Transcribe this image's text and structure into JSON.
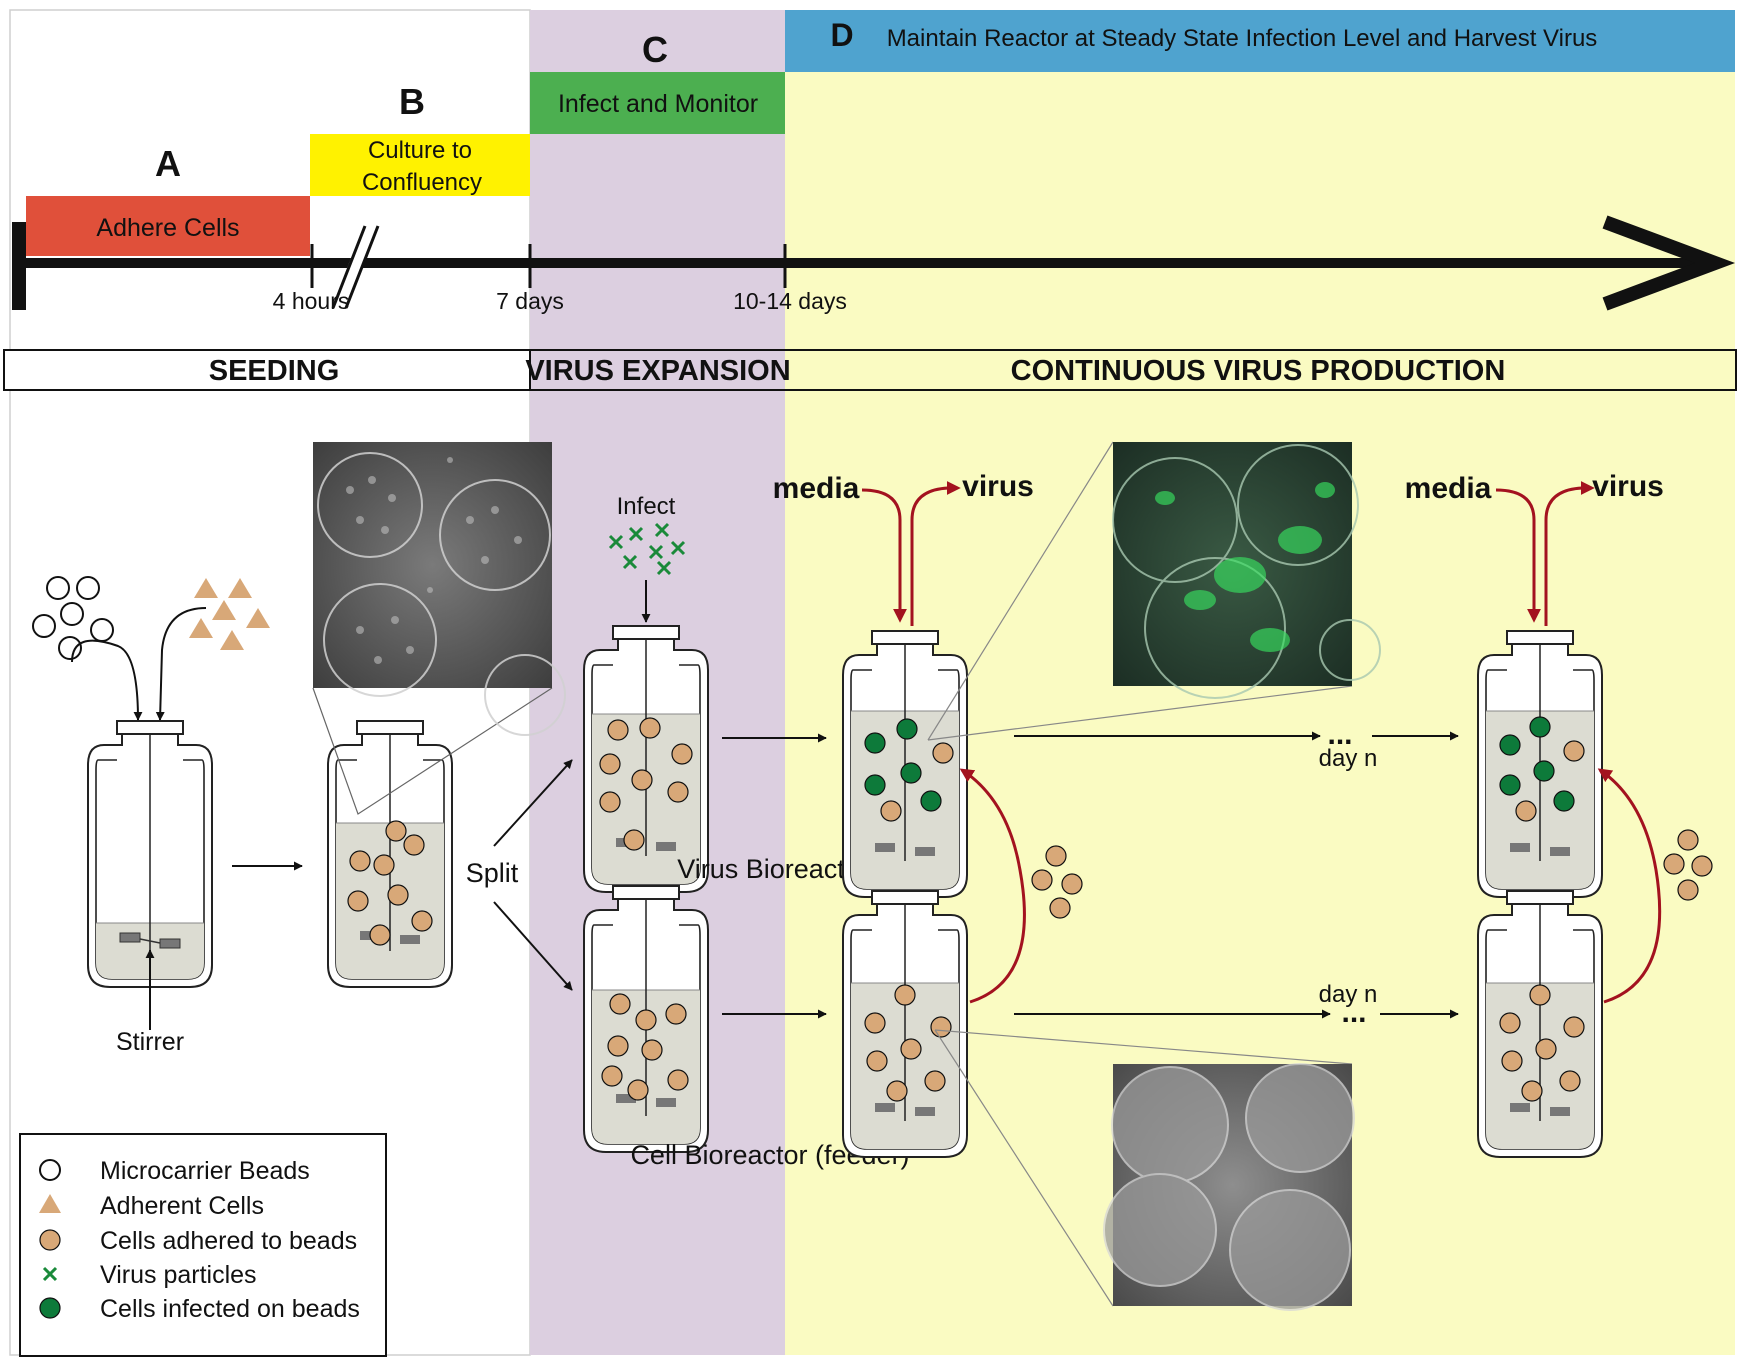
{
  "phases": {
    "a_letter": "A",
    "a_label": "Adhere Cells",
    "b_letter": "B",
    "b_label_line1": "Culture to",
    "b_label_line2": "Confluency",
    "c_letter": "C",
    "c_label": "Infect and Monitor",
    "d_letter": "D",
    "d_label": "Maintain Reactor at Steady State Infection Level and Harvest Virus"
  },
  "timeline": {
    "tick_1": "4 hours",
    "tick_2": "7 days",
    "tick_3": "10-14 days"
  },
  "stages": {
    "seeding": "SEEDING",
    "expansion": "VIRUS EXPANSION",
    "production": "CONTINUOUS VIRUS PRODUCTION"
  },
  "labels": {
    "stirrer": "Stirrer",
    "split": "Split",
    "infect": "Infect",
    "virus_bioreactor": "Virus Bioreactor",
    "cell_bioreactor": "Cell Bioreactor (feeder)",
    "media_1": "media",
    "virus_1": "virus",
    "media_2": "media",
    "virus_2": "virus",
    "day_n_top": "day n",
    "day_n_bottom": "day n",
    "ellipsis_top": "...",
    "ellipsis_bottom": "..."
  },
  "legend": {
    "items": [
      {
        "label": "Microcarrier Beads"
      },
      {
        "label": "Adherent Cells"
      },
      {
        "label": "Cells adhered to beads"
      },
      {
        "label": "Virus particles"
      },
      {
        "label": "Cells infected on beads"
      }
    ]
  },
  "colors": {
    "adhere": "#e0503a",
    "culture": "#fff200",
    "infect": "#4caf50",
    "maintain": "#4fa3cf",
    "expansion_bg": "#dccfe0",
    "production_bg": "#fafbc2",
    "bead_cell": "#d8a878",
    "infected": "#0d7a3a",
    "virus_x": "#1a8a3a",
    "flow_arrow": "#a3121f",
    "media_fill": "#dcdcd2"
  }
}
